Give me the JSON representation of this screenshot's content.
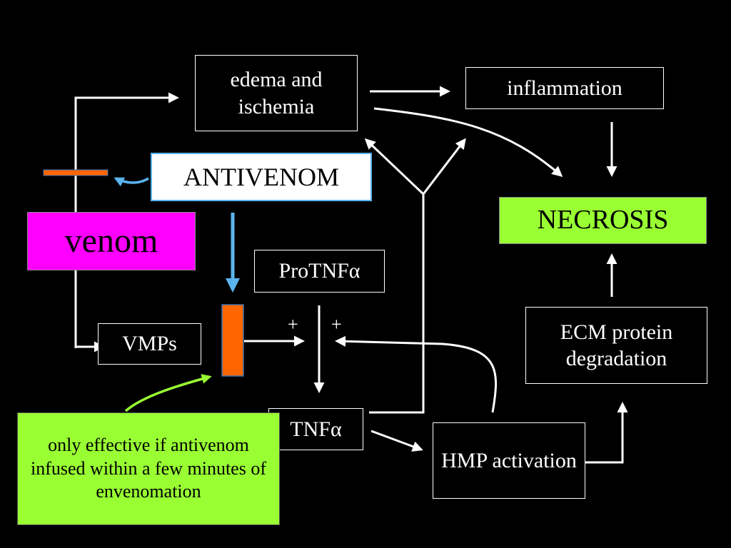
{
  "colors": {
    "background": "#000000",
    "arrow": "#ffffff",
    "antivenom_arrow": "#5ab4ee",
    "venom_fill": "#ff00ff",
    "necrosis_fill": "#99ff33",
    "note_fill": "#99ff33",
    "inhibitor_fill": "#ff6600",
    "note_arrow": "#99ff33"
  },
  "nodes": {
    "edema": "edema and ischemia",
    "inflammation": "inflammation",
    "antivenom": "ANTIVENOM",
    "venom": "venom",
    "necrosis": "NECROSIS",
    "protnf": "ProTNFα",
    "vmps": "VMPs",
    "ecm": "ECM protein degradation",
    "tnf": "TNFα",
    "hmp": "HMP activation",
    "note": "only effective if antivenom infused within a few minutes of envenomation"
  },
  "signs": {
    "plus_left": "+",
    "plus_right": "+"
  }
}
